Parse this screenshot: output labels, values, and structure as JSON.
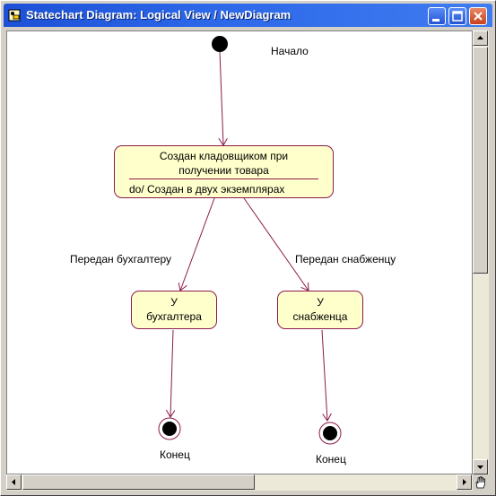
{
  "window": {
    "title": "Statechart Diagram: Logical View / NewDiagram"
  },
  "diagram": {
    "start_label": "Начало",
    "states": {
      "created": {
        "line1": "Создан кладовщиком при",
        "line2": "получении товара",
        "activity": "do/ Создан в двух экземплярах"
      },
      "accountant": {
        "line1": "У",
        "line2": "бухгалтера"
      },
      "supplier": {
        "line1": "У",
        "line2": "снабженца"
      }
    },
    "transitions": {
      "to_accountant": "Передан бухгалтеру",
      "to_supplier": "Передан снабженцу"
    },
    "end_labels": {
      "left": "Конец",
      "right": "Конец"
    }
  },
  "colors": {
    "state_fill": "#ffffcc",
    "state_border": "#8b1a4a",
    "arrow": "#8b1a4a",
    "titlebar": "#2b67e8"
  },
  "icons": {
    "app": "statechart-icon",
    "minimize": "minimize-icon",
    "maximize": "maximize-icon",
    "close": "close-icon",
    "scroll_up": "arrow-up-icon",
    "scroll_down": "arrow-down-icon",
    "scroll_left": "arrow-left-icon",
    "scroll_right": "arrow-right-icon",
    "hand": "hand-icon"
  }
}
